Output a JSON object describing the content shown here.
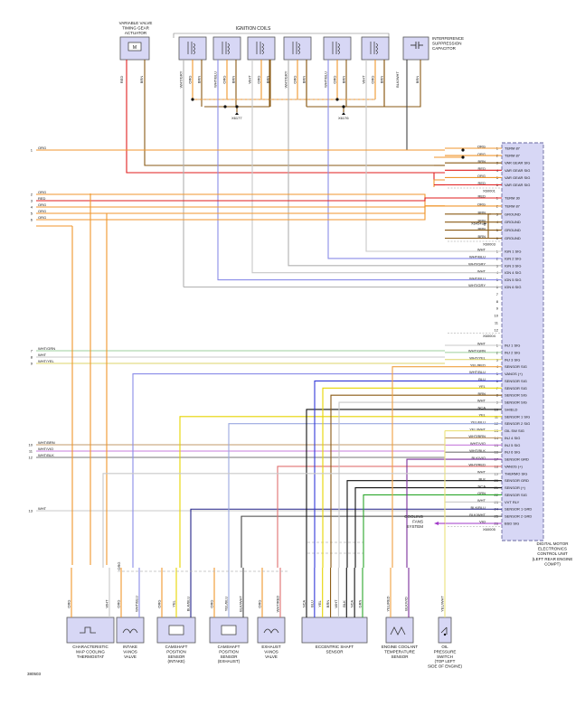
{
  "figure_id": "380503",
  "ecu": {
    "label_lines": [
      "DIGITAL MOTOR",
      "ELECTRONICS",
      "CONTROL UNIT",
      "(LEFT REAR ENGINE",
      "COMPT)"
    ],
    "connectors": [
      "X60001",
      "X60003",
      "X60004",
      "X60005"
    ],
    "ground_splice": "X6454",
    "fan_label_lines": [
      "COOLING",
      "FANS",
      "SYSTEM"
    ]
  },
  "top_components": {
    "vanos_actuator_lines": [
      "VARIABLE VALVE",
      "TIMING GEAR",
      "ACTUATOR"
    ],
    "ignition_coils": "IGNITION COILS",
    "capacitor_lines": [
      "INTERFERENCE",
      "SUPPRESSION",
      "CAPACITOR"
    ],
    "splice_left": "X6177",
    "splice_right": "X6176",
    "vanos_wires": [
      "RED",
      "BRN"
    ],
    "coil_wires": [
      [
        "WHT/GRY",
        "ORG",
        "BRN"
      ],
      [
        "WHT/BLU",
        "ORG",
        "BRN"
      ],
      [
        "WHT",
        "ORG",
        "BRN"
      ],
      [
        "WHT/GRY",
        "ORG",
        "BRN"
      ],
      [
        "WHT/BLU",
        "ORG",
        "BRN"
      ],
      [
        "WHT",
        "ORG",
        "BRN"
      ]
    ],
    "capacitor_wires": [
      "BLK/WHT",
      "BRN"
    ]
  },
  "left_lines": [
    {
      "n": "1",
      "w": "ORG"
    },
    {
      "n": "2",
      "w": "ORG"
    },
    {
      "n": "3",
      "w": "RED"
    },
    {
      "n": "4",
      "w": "ORG"
    },
    {
      "n": "5",
      "w": "ORG"
    },
    {
      "n": "6",
      "w": "ORG"
    },
    {
      "n": "7",
      "w": "WHT/GRN"
    },
    {
      "n": "8",
      "w": "WHT"
    },
    {
      "n": "9",
      "w": "WHT/YEL"
    },
    {
      "n": "10",
      "w": "WHT/BRN"
    },
    {
      "n": "11",
      "w": "WHT/VIO"
    },
    {
      "n": "12",
      "w": "WHT/BLK"
    },
    {
      "n": "13",
      "w": "WHT"
    }
  ],
  "pins_x60001": [
    {
      "n": "1",
      "w": "ORG",
      "s": "TERM 87"
    },
    {
      "n": "2",
      "w": "ORG",
      "s": "TERM 87"
    },
    {
      "n": "3",
      "w": "BRN",
      "s": "VAR GEAR SIG"
    },
    {
      "n": "4",
      "w": "RED",
      "s": "VAR GEAR SIG"
    },
    {
      "n": "5",
      "w": "ORG",
      "s": "VAR GEAR SIG"
    },
    {
      "n": "6",
      "w": "RED",
      "s": "VAR GEAR SIG"
    }
  ],
  "pins_x60003": [
    {
      "n": "1",
      "w": "RED",
      "s": "TERM 30"
    },
    {
      "n": "2",
      "w": "ORG",
      "s": "TERM 87"
    },
    {
      "n": "3",
      "w": "BRN",
      "s": "GROUND"
    },
    {
      "n": "4",
      "w": "BRN",
      "s": "GROUND"
    },
    {
      "n": "5",
      "w": "BRN",
      "s": "GROUND"
    },
    {
      "n": "6",
      "w": "BRN",
      "s": "GROUND"
    }
  ],
  "pins_x60004": [
    {
      "n": "1",
      "w": "WHT",
      "s": "IGN 1 SIG"
    },
    {
      "n": "2",
      "w": "WHT/BLU",
      "s": "IGN 2 SIG"
    },
    {
      "n": "3",
      "w": "WHT/GRY",
      "s": "IGN 3 SIG"
    },
    {
      "n": "4",
      "w": "WHT",
      "s": "IGN 4 SIG"
    },
    {
      "n": "5",
      "w": "WHT/BLU",
      "s": "IGN 5 SIG"
    },
    {
      "n": "6",
      "w": "WHT/GRY",
      "s": "IGN 6 SIG"
    },
    {
      "n": "7",
      "w": "",
      "s": ""
    },
    {
      "n": "8",
      "w": "",
      "s": ""
    },
    {
      "n": "9",
      "w": "",
      "s": ""
    },
    {
      "n": "10",
      "w": "",
      "s": ""
    },
    {
      "n": "11",
      "w": "",
      "s": ""
    },
    {
      "n": "12",
      "w": "",
      "s": ""
    }
  ],
  "pins_x60005": [
    {
      "n": "1",
      "w": "WHT",
      "s": "INJ 1 SIG"
    },
    {
      "n": "2",
      "w": "WHT/GRN",
      "s": "INJ 2 SIG"
    },
    {
      "n": "3",
      "w": "WHT/YEL",
      "s": "INJ 3 SIG"
    },
    {
      "n": "4",
      "w": "YEL/RED",
      "s": "SENSOR SIG"
    },
    {
      "n": "5",
      "w": "WHT/BLU",
      "s": "VANOS (+)"
    },
    {
      "n": "6",
      "w": "BLU",
      "s": "SENSOR SIG"
    },
    {
      "n": "7",
      "w": "YEL",
      "s": "SENSOR SIG"
    },
    {
      "n": "8",
      "w": "BRN",
      "s": "SENSOR SIG"
    },
    {
      "n": "9",
      "w": "WHT",
      "s": "SENSOR SIG"
    },
    {
      "n": "10",
      "w": "NCA",
      "s": "SHIELD"
    },
    {
      "n": "11",
      "w": "YEL",
      "s": "SENSOR 1 SIG"
    },
    {
      "n": "12",
      "w": "YEL/BLU",
      "s": "SENSOR 2 SIG"
    },
    {
      "n": "13",
      "w": "YEL/WHT",
      "s": "OIL SW SIG"
    },
    {
      "n": "14",
      "w": "WHT/BRN",
      "s": "INJ 4 SIG"
    },
    {
      "n": "15",
      "w": "WHT/VIO",
      "s": "INJ 5 SIG"
    },
    {
      "n": "16",
      "w": "WHT/BLK",
      "s": "INJ 6 SIG"
    },
    {
      "n": "17",
      "w": "BLK/VIO",
      "s": "SENSOR GRD"
    },
    {
      "n": "18",
      "w": "WHT/RED",
      "s": "VANOS (+)"
    },
    {
      "n": "19",
      "w": "WHT",
      "s": "THERMO SIG"
    },
    {
      "n": "20",
      "w": "BLK",
      "s": "SENSOR GRD"
    },
    {
      "n": "21",
      "w": "NCA",
      "s": "SENSOR (+)"
    },
    {
      "n": "22",
      "w": "GRN",
      "s": "SENSOR SIG"
    },
    {
      "n": "23",
      "w": "WHT",
      "s": "VVT RLY"
    },
    {
      "n": "24",
      "w": "BLK/BLU",
      "s": "SENSOR 1 GRD"
    },
    {
      "n": "25",
      "w": "BLK/WHT",
      "s": "SENSOR 2 GRD"
    },
    {
      "n": "26",
      "w": "VIO",
      "s": "BSD SIG"
    }
  ],
  "bottom_components": [
    {
      "lines": [
        "CHARACTERISTIC",
        "MAP COOLING",
        "THERMOSTAT"
      ],
      "wires": [
        "ORG",
        "WHT"
      ]
    },
    {
      "lines": [
        "INTAKE",
        "VANOS",
        "VALVE"
      ],
      "wires": [
        "ORG",
        "WHT/BLU"
      ]
    },
    {
      "lines": [
        "CAMSHAFT",
        "POSITION",
        "SENSOR",
        "(INTAKE)"
      ],
      "wires": [
        "ORG",
        "YEL",
        "BLK/BLU"
      ]
    },
    {
      "lines": [
        "CAMSHAFT",
        "POSITION",
        "SENSOR",
        "(EXHAUST)"
      ],
      "wires": [
        "ORG",
        "YEL/BLU",
        "BLK/WHT"
      ]
    },
    {
      "lines": [
        "EXHAUST",
        "VANOS",
        "VALVE"
      ],
      "wires": [
        "ORG",
        "WHT/RED"
      ]
    },
    {
      "lines": [
        "ECCENTRIC SHAFT",
        "SENSOR"
      ],
      "wires": [
        "NCA",
        "BLU",
        "YEL",
        "BRN",
        "WHT",
        "BLK",
        "NCA",
        "GRN"
      ]
    },
    {
      "lines": [
        "ENGINE COOLANT",
        "TEMPERATURE",
        "SENSOR"
      ],
      "wires": [
        "YEL/RED",
        "BLK/VIO"
      ]
    },
    {
      "lines": [
        "OIL",
        "PRESSURE",
        "SWITCH",
        "(TOP LEFT",
        "SIDE OF ENGINE)"
      ],
      "wires": [
        "YEL/WHT"
      ]
    }
  ],
  "bottom_splice_label": "ORG"
}
